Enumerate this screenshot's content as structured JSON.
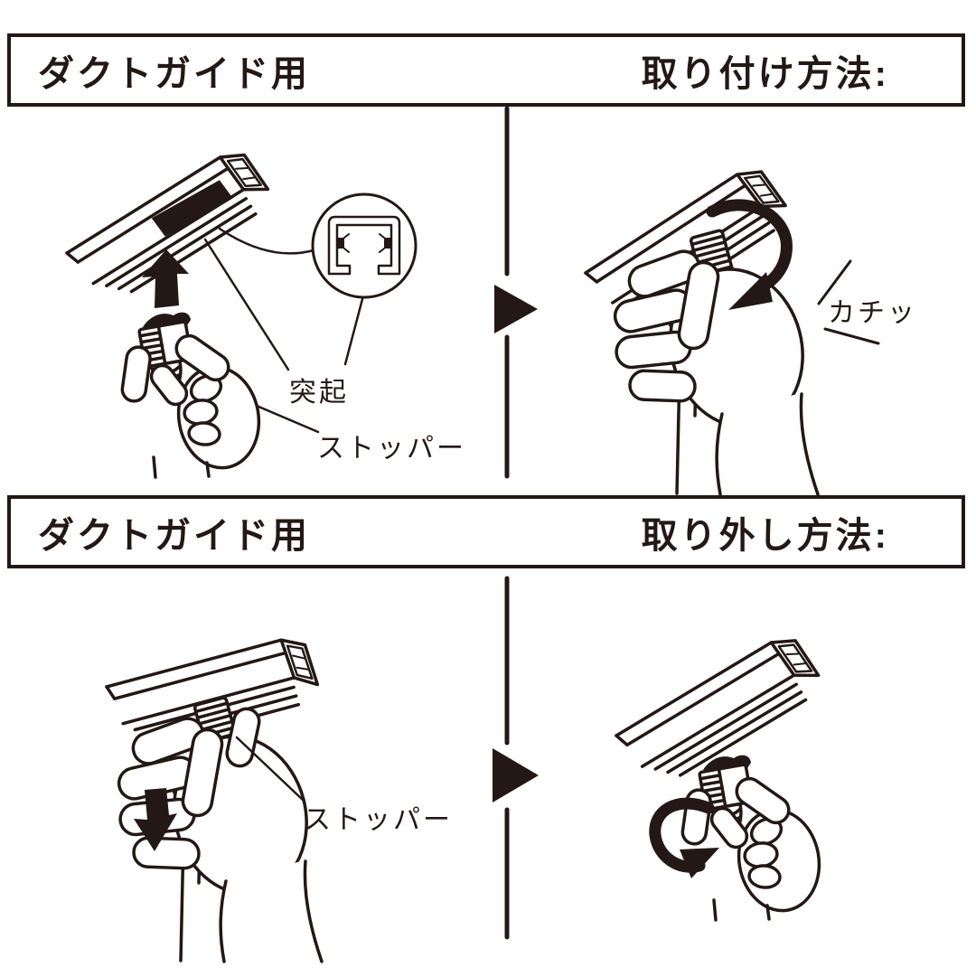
{
  "colors": {
    "ink": "#231815",
    "background": "#ffffff"
  },
  "sections": {
    "install": {
      "header_left": "ダクトガイド用",
      "header_right": "取り付け方法:",
      "labels": {
        "protrusion": "突起",
        "stopper": "ストッパー",
        "click_sound": "カチッ"
      }
    },
    "remove": {
      "header_left": "ダクトガイド用",
      "header_right": "取り外し方法:",
      "labels": {
        "stopper": "ストッパー"
      }
    }
  }
}
